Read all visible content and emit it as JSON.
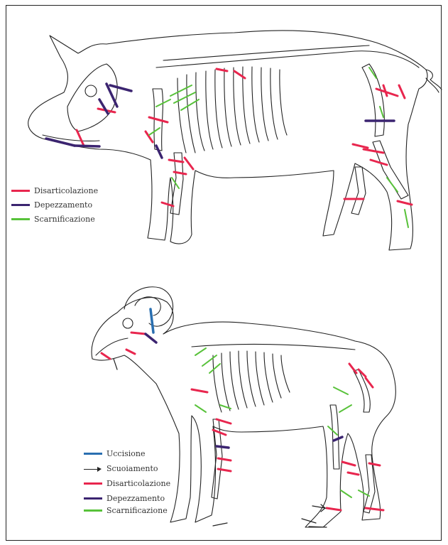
{
  "colors": {
    "disarticolazione": "#e8264e",
    "depezzamento": "#3b2470",
    "scarnificazione": "#58c23a",
    "uccisione": "#2a6fb0",
    "scuoiamento": "#222222"
  },
  "legend_pig": [
    {
      "label": "Disarticolazione",
      "color": "#e8264e"
    },
    {
      "label": "Depezzamento",
      "color": "#3b2470"
    },
    {
      "label": "Scarnificazione",
      "color": "#58c23a"
    }
  ],
  "legend_sheep": [
    {
      "label": "Uccisione",
      "color": "#2a6fb0",
      "kind": "bar"
    },
    {
      "label": "Scuoiamento",
      "color": "#222222",
      "kind": "arrow"
    },
    {
      "label": "Disarticolazione",
      "color": "#e8264e",
      "kind": "bar"
    },
    {
      "label": "Depezzamento",
      "color": "#3b2470",
      "kind": "bar"
    },
    {
      "label": "Scarnificazione",
      "color": "#58c23a",
      "kind": "bar"
    }
  ]
}
